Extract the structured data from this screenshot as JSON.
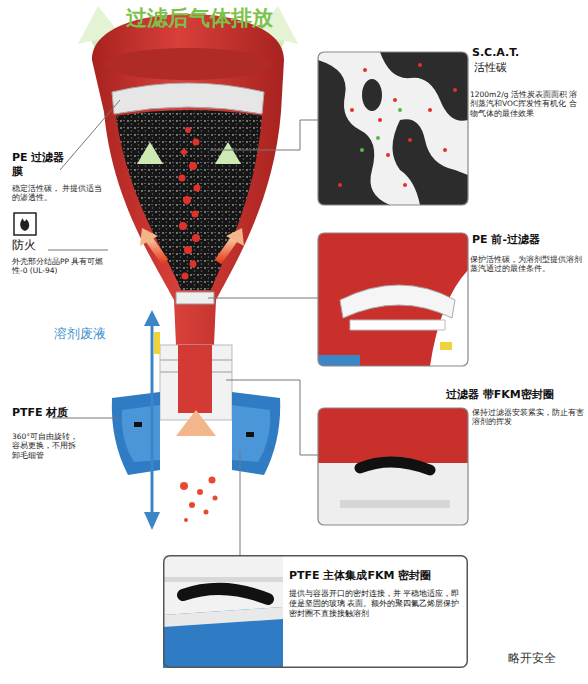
{
  "diagram": {
    "nodes": [
      {
        "text": [
          "PTFE 主体集成FKM 密封圈",
          "提供与容器开口的密封连接，并 平稳地适应，即使是坚固的玻璃 表面。额外的聚四氟乙烯层保护 密封圈不直接接触溶剂"
        ]
      }
    ],
    "labels": [
      "过滤后气体排放",
      "S.C.A.T.",
      "活性碳",
      "1200m2/g 活性炭表面面积 溶剂蒸汽和VOC挥发性有机化 合物气体的最佳效果",
      "PE 过滤器 膜",
      "稳定活性碳， 并提供适当的渗透性。",
      "防火",
      "外壳部分结晶PP 具有可燃性-0 (UL-94)",
      "PE 前-过滤器",
      "保护活性碳，为溶剂型提供溶剂 蒸汽通过的最佳条件。",
      "溶剂废液",
      "过滤器 带FKM密封圈",
      "保持过滤器安装紧实，防止有害 溶剂的挥发",
      "PTFE 材质",
      "360°可自由旋转， 容易更换，不用拆 卸毛细管",
      "略开安全"
    ]
  }
}
